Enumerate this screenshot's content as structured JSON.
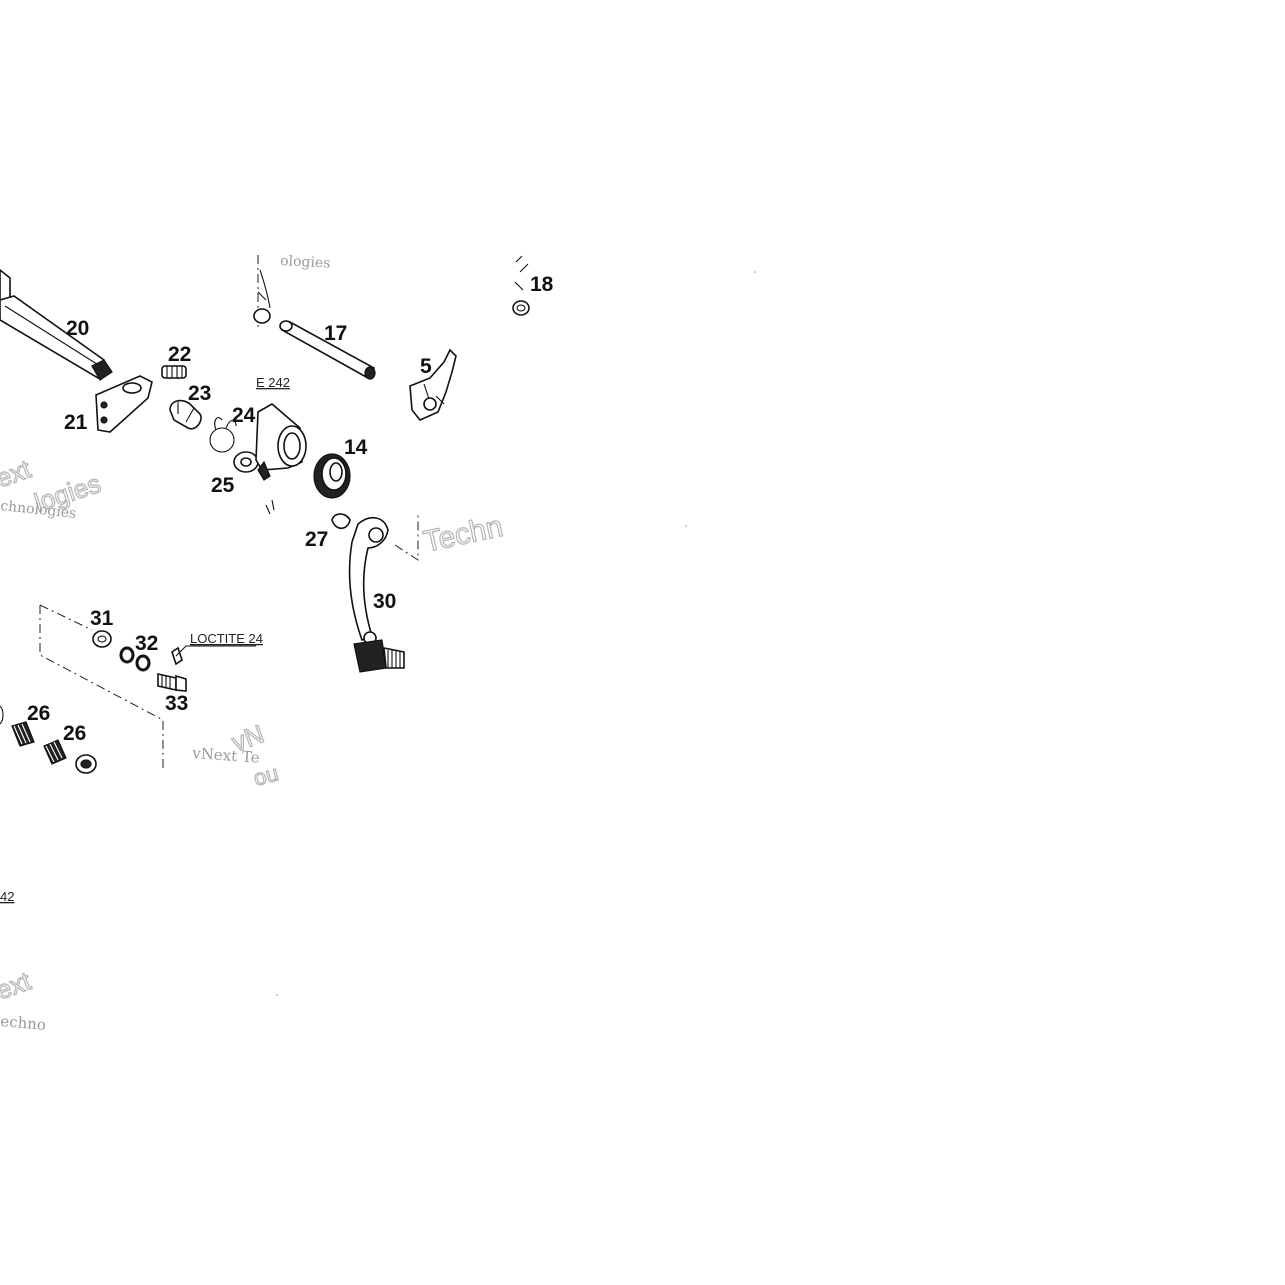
{
  "callouts": {
    "c20": "20",
    "c21": "21",
    "c22": "22",
    "c23": "23",
    "c24": "24",
    "c25": "25",
    "c14": "14",
    "c17": "17",
    "c5": "5",
    "c18": "18",
    "c27": "27",
    "c30": "30",
    "c31": "31",
    "c32": "32",
    "c33": "33",
    "c26a": "26",
    "c26b": "26"
  },
  "notes": {
    "loctite_mid": "E 242",
    "loctite_lower": "LOCTITE 24",
    "loctite_left": "42"
  },
  "watermarks": {
    "w1": "ologies",
    "w2": "ext",
    "w3": "logies",
    "w4": "chnologies",
    "w5": "Techn",
    "w6": "vNext Te",
    "w7": "vN",
    "w8": "ou",
    "w9": "ext",
    "w10": "echno"
  },
  "colors": {
    "ink": "#111111",
    "watermark": "#9a9a9a",
    "background": "#ffffff"
  }
}
